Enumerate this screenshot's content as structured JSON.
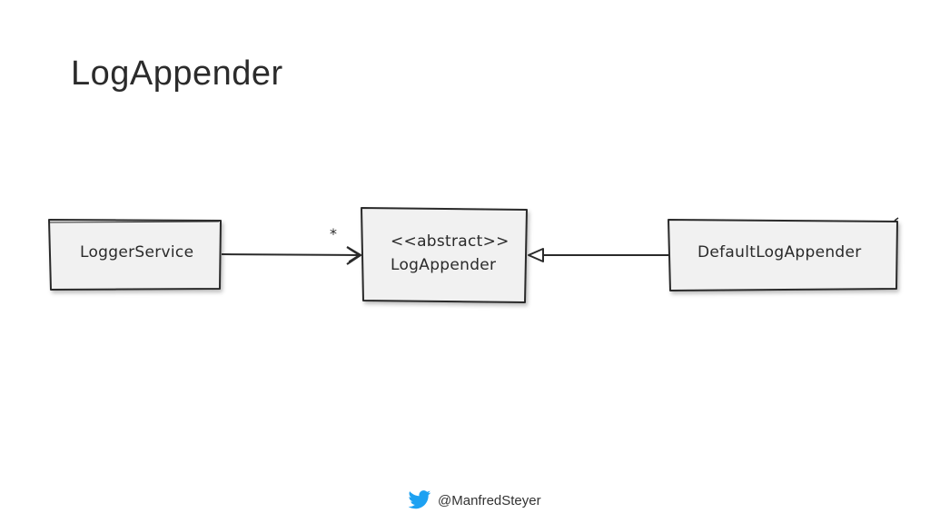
{
  "slide": {
    "title": "LogAppender"
  },
  "diagram": {
    "nodes": {
      "logger_service": {
        "label": "LoggerService"
      },
      "log_appender": {
        "stereotype": "<<abstract>>",
        "label": "LogAppender"
      },
      "default_log_appender": {
        "label": "DefaultLogAppender"
      }
    },
    "edges": {
      "association": {
        "multiplicity": "*"
      }
    }
  },
  "footer": {
    "handle": "@ManfredSteyer",
    "icon": "twitter-bird-icon"
  },
  "colors": {
    "box_fill": "#f1f1f1",
    "box_stroke": "#2a2a2a",
    "twitter_blue": "#1da1f2"
  }
}
